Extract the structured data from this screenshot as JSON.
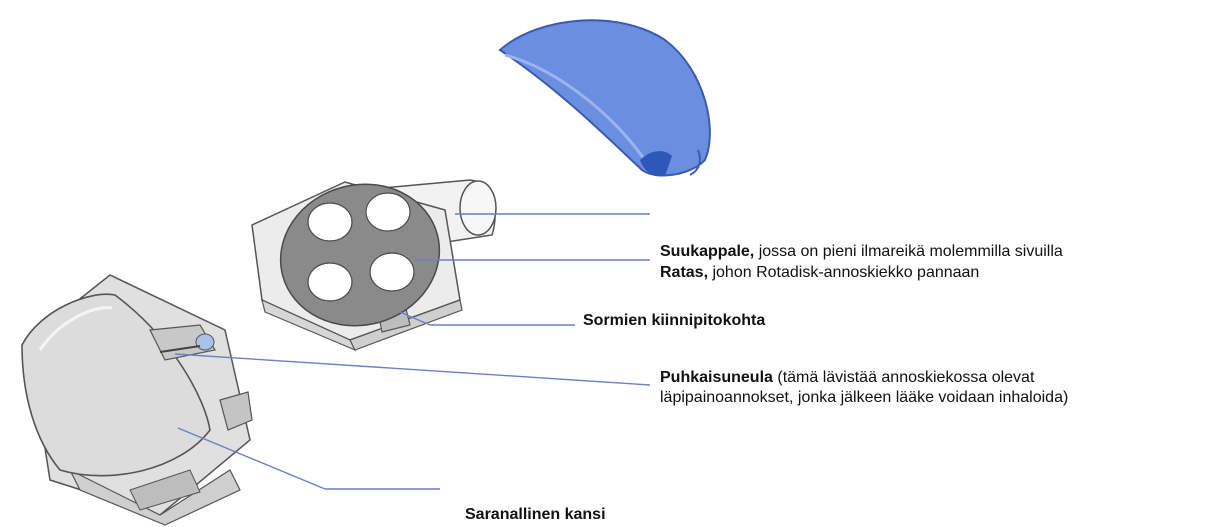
{
  "labels": {
    "mouthpiece": {
      "title": "Suukappale,",
      "desc": " jossa on pieni ilmareikä molemmilla sivuilla"
    },
    "wheel": {
      "title": "Ratas,",
      "desc": " johon Rotadisk-annoskiekko pannaan"
    },
    "finger_grip": {
      "title": "Sormien kiinnipitokohta"
    },
    "needle": {
      "title": "Puhkaisuneula",
      "desc_line1": " (tämä lävistää annoskiekossa olevat",
      "desc_line2": "läpipainoannokset, jonka jälkeen lääke voidaan inhaloida)"
    },
    "hinged_lid": {
      "title": "Saranallinen kansi"
    }
  },
  "colors": {
    "cover_blue": "#6a8fe0",
    "cover_blue_dark": "#2f56b8",
    "leader_line": "#6d7fc7",
    "body_grey": "#e4e4e4",
    "outline": "#555555",
    "disk_grey": "#8a8a8a"
  }
}
